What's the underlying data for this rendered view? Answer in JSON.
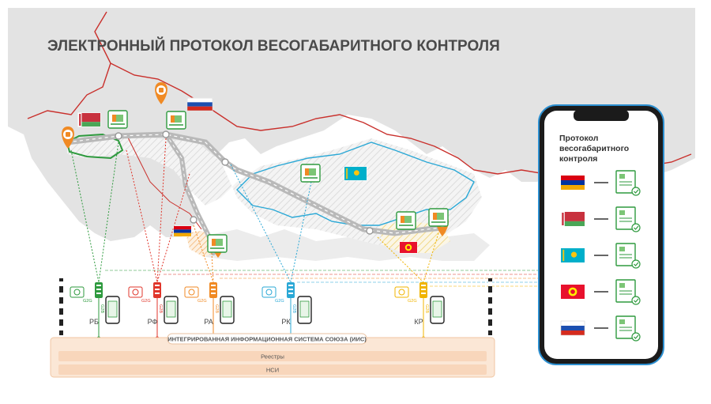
{
  "title": "ЭЛЕКТРОННЫЙ ПРОТОКОЛ ВЕСОГАБАРИТНОГО КОНТРОЛЯ",
  "countries": [
    {
      "code": "РБ",
      "name": "Belarus",
      "color": "#2e9a3e",
      "flag": "by"
    },
    {
      "code": "РФ",
      "name": "Russia",
      "color": "#e0362b",
      "flag": "ru"
    },
    {
      "code": "РА",
      "name": "Armenia",
      "color": "#f08a24",
      "flag": "am"
    },
    {
      "code": "РК",
      "name": "Kazakhstan",
      "color": "#2aa8d6",
      "flag": "kz"
    },
    {
      "code": "КР",
      "name": "Kyrgyzstan",
      "color": "#f0b400",
      "flag": "kg"
    }
  ],
  "node_tags": {
    "g2g": "G2G",
    "g2b": "G2B"
  },
  "system": {
    "name": "ИНТЕГРИРОВАННАЯ ИНФОРМАЦИОННАЯ СИСТЕМА СОЮЗА (ИИС)",
    "registries": "Реестры",
    "nsi": "НСИ"
  },
  "phone": {
    "title_line1": "Протокол",
    "title_line2": "весогабаритного",
    "title_line3": "контроля",
    "flags": [
      "am",
      "by",
      "kz",
      "kg",
      "ru"
    ]
  },
  "colors": {
    "map": "#e3e3e3",
    "border": "#c9302c",
    "green": "#2e9a3e"
  }
}
